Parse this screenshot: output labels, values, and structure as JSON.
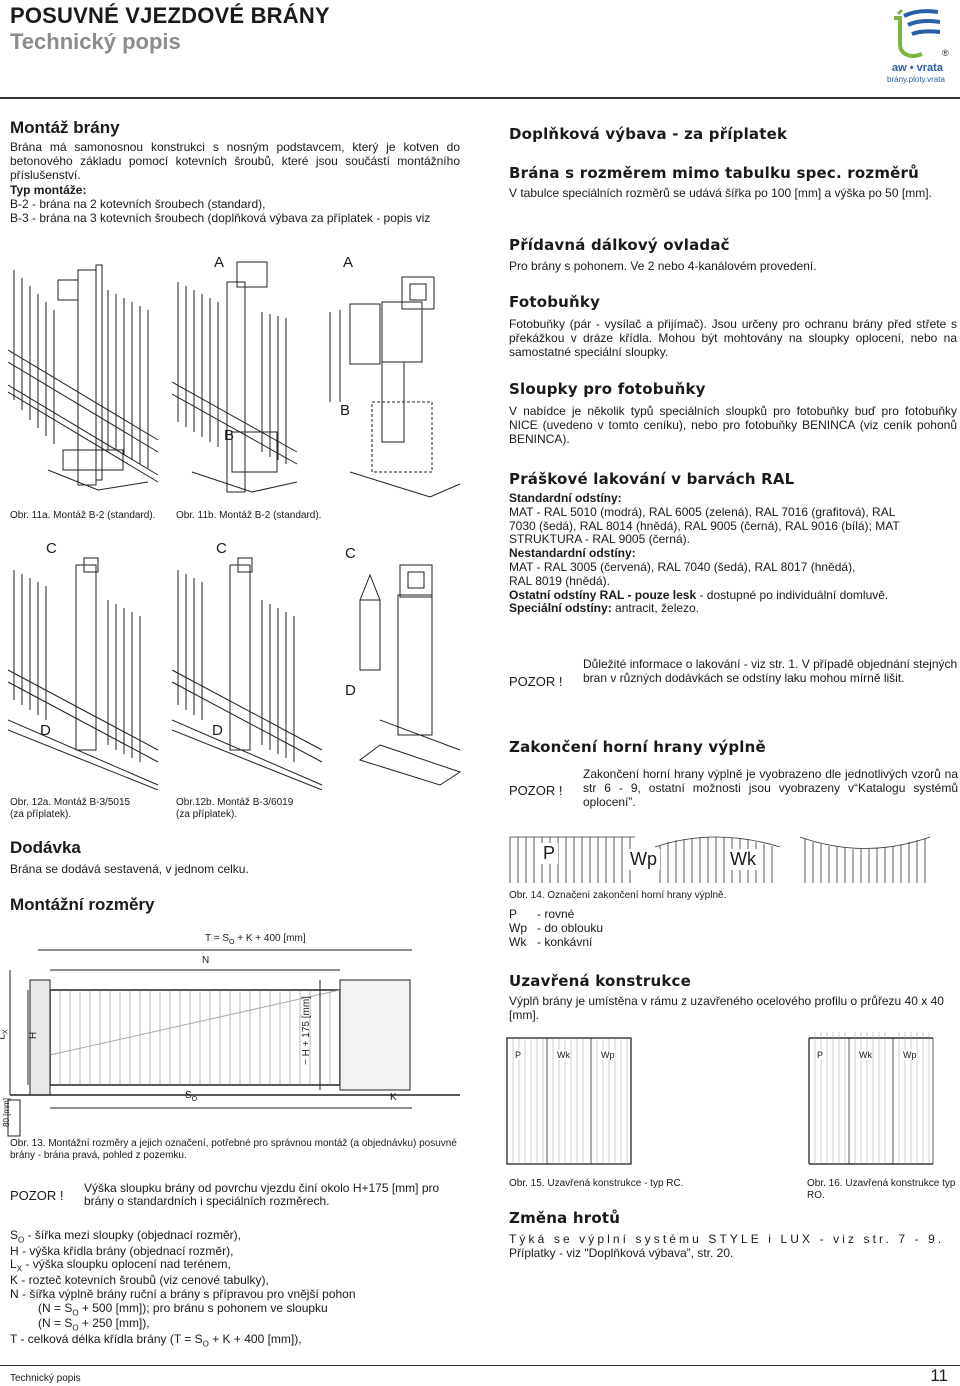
{
  "header": {
    "title": "POSUVNÉ VJEZDOVÉ BRÁNY",
    "subtitle": "Technický popis",
    "logo_brand": "aw • vrata",
    "logo_tagline": "brány.ploty.vrata",
    "logo_mark": "®"
  },
  "left": {
    "montaz_title": "Montáž brány",
    "montaz_text": "Brána má samonosnou konstrukci s nosným podstavcem, který je kotven do betonového základu pomocí kotevních šroubů, které jsou součástí montážního příslušenství.",
    "typ_label": "Typ montáže:",
    "typ_b2": "B-2 - brána na 2 kotevních šroubech (standard),",
    "typ_b3": "B-3 - brána na 3 kotevních šroubech (doplňková výbava za příplatek - popis viz",
    "fig_labels": {
      "a": "A",
      "b": "B",
      "c": "C",
      "d": "D"
    },
    "cap_11a": "Obr. 11a. Montáž B-2 (standard).",
    "cap_11b": "Obr. 11b. Montáž B-2 (standard).",
    "cap_12a_1": "Obr. 12a. Montáž B-3/5015",
    "cap_12a_2": "(za příplatek).",
    "cap_12b_1": "Obr.12b. Montáž B-3/6019",
    "cap_12b_2": "(za příplatek).",
    "dodavka_title": "Dodávka",
    "dodavka_text": "Brána se dodává sestavená, v jednom celku.",
    "rozmery_title": "Montážní rozměry",
    "dim_t": "T = S",
    "dim_t_sub": "O",
    "dim_t_rest": " + K + 400 [mm]",
    "dim_n": "N",
    "dim_h": "H",
    "dim_lx": "L",
    "dim_lx_sub": "X",
    "dim_h175": "~ H + 175 [mm]",
    "dim_so": "S",
    "dim_so_sub": "O",
    "dim_k": "K",
    "dim_80": "80 [mm]",
    "cap_13": "Obr. 13. Montážní rozměry a jejich označení, potřebné pro správnou montáž (a objednávku) posuvné brány - brána pravá, pohled z pozemku.",
    "pozor": "POZOR !",
    "pozor_text": "Výška sloupku brány od povrchu vjezdu činí okolo H+175 [mm] pro brány o standardních i speciálních rozměrech.",
    "legend": [
      {
        "sym": "S",
        "sub": "O",
        "text": " - šířka mezi sloupky (objednací rozměr),"
      },
      {
        "sym": "H",
        "sub": "",
        "text": "  - výška křídla brány (objednací rozměr),"
      },
      {
        "sym": "L",
        "sub": "X",
        "text": " - výška sloupku oplocení nad terénem,"
      },
      {
        "sym": "K",
        "sub": "",
        "text": "  - rozteč kotevních šroubů (viz cenové tabulky),"
      },
      {
        "sym": "N",
        "sub": "",
        "text": "  - šířka výplně brány ruční a brány s přípravou pro vnější pohon"
      }
    ],
    "legend_n1": "(N = S",
    "legend_n1_sub": "O",
    "legend_n1_rest": " + 500 [mm]); pro bránu s pohonem ve sloupku",
    "legend_n2": "(N = S",
    "legend_n2_sub": "O",
    "legend_n2_rest": " + 250 [mm]),",
    "legend_t": "T  - celková délka křídla brány (T = S",
    "legend_t_sub": "O",
    "legend_t_rest": " + K + 400 [mm]),"
  },
  "right": {
    "doplnkova_title": "Doplňková výbava - za příplatek",
    "spec_title": "Brána s rozměrem mimo tabulku spec. rozměrů",
    "spec_text": "V tabulce speciálních rozměrů se udává šířka po 100 [mm] a výška po 50 [mm].",
    "ovladac_title": "Přídavná dálkový ovladač",
    "ovladac_text": "Pro brány s pohonem. Ve 2 nebo 4-kanálovém provedení.",
    "foto_title": "Fotobuňky",
    "foto_text": "Fotobuňky (pár - vysílač a přijímač). Jsou určeny pro ochranu brány před střete s překážkou v dráze křídla. Mohou být mohtovány na sloupky oplocení, nebo na samostatné speciální sloupky.",
    "sloupky_title": "Sloupky pro fotobuňky",
    "sloupky_text": "V nabídce je několik typů speciálních sloupků pro fotobuňky buď pro fotobuňky NICE (uvedeno v tomto ceníku), nebo pro fotobuňky BENINCA (viz ceník pohonů BENINCA).",
    "lak_title": "Práškové lakování v barvách RAL",
    "std_label": "Standardní odstíny:",
    "std_text": "MAT - RAL 5010 (modrá), RAL 6005 (zelená), RAL 7016 (grafitová), RAL 7030 (šedá), RAL 8014 (hnědá), RAL 9005 (černá), RAL 9016 (bílá); MAT STRUKTURA - RAL 9005 (černá).",
    "nestd_label": "Nestandardní odstíny:",
    "nestd_text": "MAT - RAL 3005 (červená), RAL 7040 (šedá), RAL 8017 (hnědá), RAL 8019 (hnědá).",
    "ostatni_label": "Ostatní odstíny RAL - pouze lesk",
    "ostatni_text": " - dostupné po individuální domluvě.",
    "special_label": "Speciální odstíny:",
    "special_text": " antracit, železo.",
    "pozor": "POZOR !",
    "pozor1_text": "Důležité informace o lakování - viz str. 1. V případě objednání stejných bran v různých dodávkách se odstíny laku mohou mírně lišit.",
    "zakonceni_title": "Zakončení horní hrany výplně",
    "pozor2_text": "Zakončení horní hrany výplně je vyobrazeno dle jednotlivých vzorů na str 6 - 9, ostatní možnosti jsou vyobrazeny v“Katalogu systémů oplocení”.",
    "shape_p": "P",
    "shape_wp": "Wp",
    "shape_wk": "Wk",
    "cap_14": "Obr. 14. Označení zakončení horní hrany výplně.",
    "shape_legend": [
      {
        "sym": "P",
        "text": "- rovné"
      },
      {
        "sym": "Wp",
        "text": "- do oblouku"
      },
      {
        "sym": "Wk",
        "text": "- konkávní"
      }
    ],
    "uzavrena_title": "Uzavřená konstrukce",
    "uzavrena_text": "Výplň brány je umístěna v rámu z uzavřeného ocelového profilu o průřezu 40 x 40 [mm].",
    "rc_labels": [
      "P",
      "Wk",
      "Wp"
    ],
    "ro_labels": [
      "P",
      "Wk",
      "Wp"
    ],
    "cap_15": "Obr. 15. Uzavřená konstrukce - typ RC.",
    "cap_16": "Obr. 16. Uzavřená konstrukce typ RO.",
    "hrot_title": "Změna hrotů",
    "hrot_text1": "Týká se výplní systému STYLE i LUX - viz str. 7 - 9.",
    "hrot_text2": "Příplatky - viz \"Doplňková výbava”, str. 20."
  },
  "footer": {
    "left": "Technický popis",
    "page": "11"
  },
  "colors": {
    "text": "#1a1a1a",
    "subtitle": "#8c8c8c",
    "logo_blue": "#2a5ea8",
    "logo_green": "#7cb342"
  }
}
